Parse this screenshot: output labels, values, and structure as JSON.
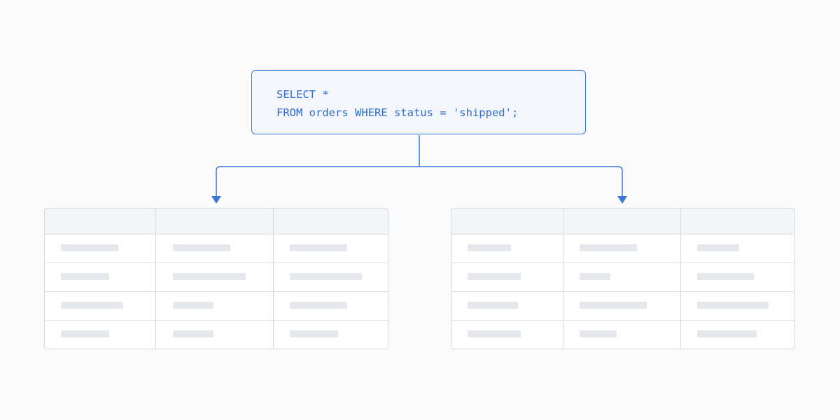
{
  "query": {
    "line1": "SELECT *",
    "line2": "FROM orders WHERE status = 'shipped';"
  },
  "colors": {
    "accent": "#3a78d8",
    "query_text": "#2f6cc9",
    "query_bg": "#f3f7fd",
    "table_border": "#d6d9de",
    "header_bg": "#f4f5f7",
    "placeholder_bar": "#e4e7ec"
  },
  "tables": [
    {
      "columns": 3,
      "header_rows": 1,
      "body_rows": 4
    },
    {
      "columns": 3,
      "header_rows": 1,
      "body_rows": 4
    }
  ]
}
